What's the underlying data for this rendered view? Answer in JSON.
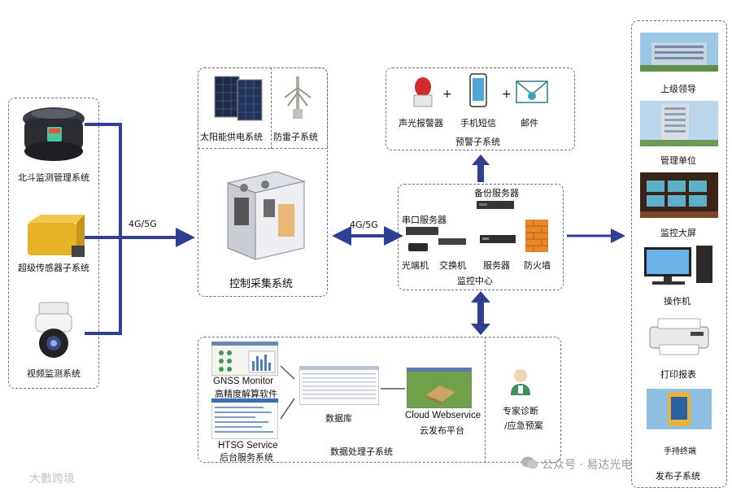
{
  "left_group": {
    "beidou": "北斗监测管理系统",
    "sensor": "超级传感器子系统",
    "video": "视频监测系统"
  },
  "links": {
    "left_net": "4G/5G",
    "center_net": "4G/5G"
  },
  "control": {
    "solar": "太阳能供电系统",
    "lightning": "防雷子系统",
    "title": "控制采集系统"
  },
  "alarm": {
    "light": "声光报警器",
    "sms": "手机短信",
    "mail": "邮件",
    "title": "预警子系统"
  },
  "monitor_center": {
    "backup": "备份服务器",
    "serial": "串口服务器",
    "optical": "光端机",
    "switch": "交换机",
    "server": "服务器",
    "firewall": "防火墙",
    "title": "监控中心"
  },
  "data_processing": {
    "gnss_en": "GNSS Monitor",
    "gnss_cn": "高精度解算软件",
    "db": "数据库",
    "cloud_en": "Cloud Webservice",
    "cloud_cn": "云发布平台",
    "htsg_en": "HTSG Service",
    "htsg_cn": "后台服务系统",
    "expert_1": "专家诊断",
    "expert_2": "/应急预案",
    "title": "数据处理子系统"
  },
  "publish": {
    "leader": "上级领导",
    "management": "管理单位",
    "screen": "监控大屏",
    "operator": "操作机",
    "printer": "打印报表",
    "mobile": "手持终端",
    "title": "发布子系统"
  },
  "watermarks": {
    "wechat": "公众号 · 易达光电",
    "corner": "大數跨境"
  },
  "colors": {
    "arrow": "#2f3f93",
    "dash": "#6a6f8c",
    "solar_panel": "#1d2a4a",
    "firewall": "#e8862a",
    "sensor": "#e7b125"
  }
}
